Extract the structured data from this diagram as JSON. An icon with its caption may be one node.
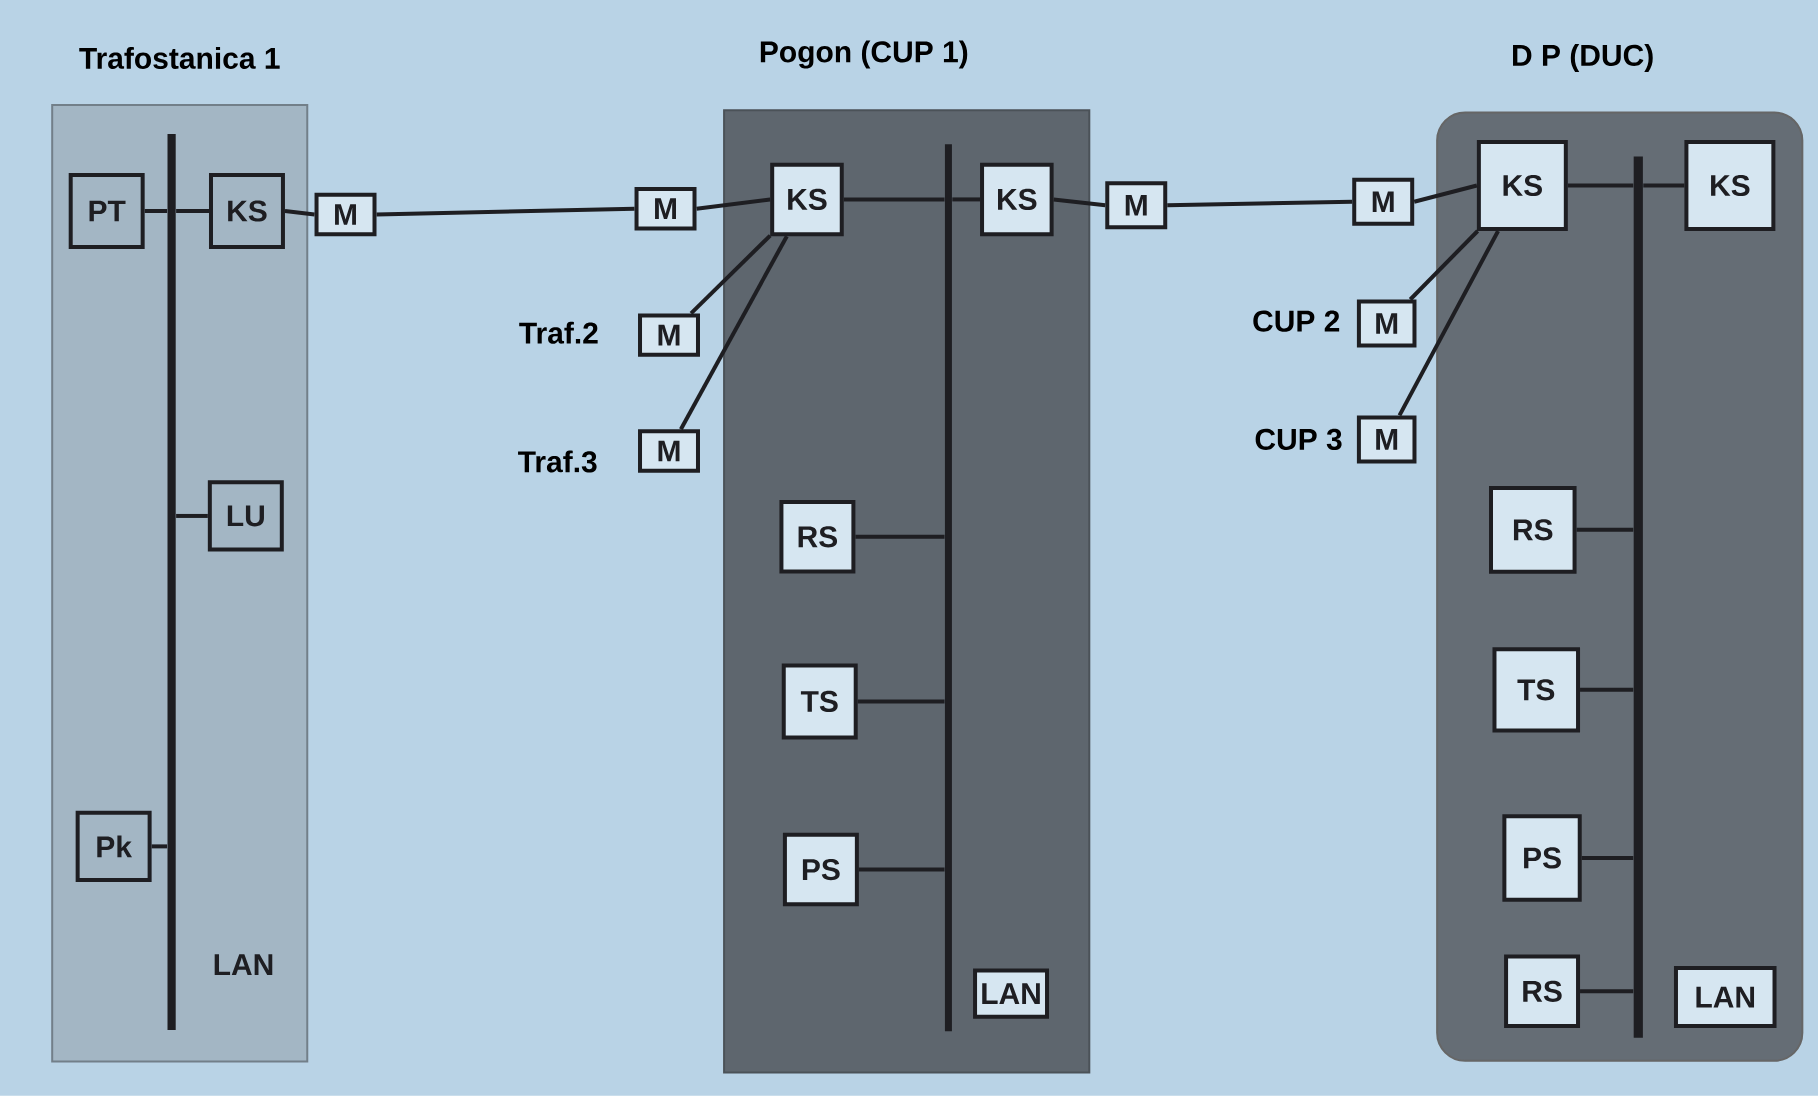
{
  "diagram": {
    "nodes": [
      {
        "text": [
          "Trafostanica 1"
        ]
      },
      {
        "text": [],
        "shape": "bar",
        "in": 0,
        "beside": [
          "LAN"
        ]
      },
      {
        "text": [
          "PT"
        ],
        "in": 0
      },
      {
        "text": [
          "KS"
        ],
        "in": 0
      },
      {
        "text": [
          "LU"
        ],
        "in": 0
      },
      {
        "text": [
          "Pk"
        ],
        "in": 0
      },
      {
        "text": [
          "M"
        ]
      },
      {
        "text": [
          "M"
        ]
      },
      {
        "text": [
          "M"
        ],
        "beside": [
          "Traf.2"
        ]
      },
      {
        "text": [
          "M"
        ],
        "beside": [
          "Traf.3"
        ]
      },
      {
        "text": [
          "Pogon (CUP 1)"
        ]
      },
      {
        "text": [
          "KS"
        ],
        "in": 10
      },
      {
        "text": [],
        "shape": "bar",
        "in": 10
      },
      {
        "text": [
          "KS"
        ],
        "in": 10
      },
      {
        "text": [
          "RS"
        ],
        "in": 10
      },
      {
        "text": [
          "TS"
        ],
        "in": 10
      },
      {
        "text": [
          "PS"
        ],
        "in": 10
      },
      {
        "text": [
          "LAN"
        ],
        "in": 10
      },
      {
        "text": [
          "M"
        ]
      },
      {
        "text": [
          "M"
        ]
      },
      {
        "text": [
          "M"
        ],
        "beside": [
          "CUP 2"
        ]
      },
      {
        "text": [
          "M"
        ],
        "beside": [
          "CUP 3"
        ]
      },
      {
        "text": [
          "D P (DUC)"
        ]
      },
      {
        "text": [
          "KS"
        ],
        "in": 22
      },
      {
        "text": [],
        "shape": "bar",
        "in": 22
      },
      {
        "text": [
          "KS"
        ],
        "in": 22
      },
      {
        "text": [
          "RS"
        ],
        "in": 22
      },
      {
        "text": [
          "TS"
        ],
        "in": 22
      },
      {
        "text": [
          "PS"
        ],
        "in": 22
      },
      {
        "text": [
          "RS"
        ],
        "in": 22
      },
      {
        "text": [
          "LAN"
        ],
        "in": 22
      }
    ],
    "edges": [
      {
        "from": 2,
        "to": 1,
        "arrow": "none"
      },
      {
        "from": 1,
        "to": 3,
        "arrow": "none"
      },
      {
        "from": 3,
        "to": 6,
        "arrow": "none"
      },
      {
        "from": 4,
        "to": 1,
        "arrow": "none"
      },
      {
        "from": 5,
        "to": 1,
        "arrow": "none"
      },
      {
        "from": 6,
        "to": 7,
        "arrow": "none"
      },
      {
        "from": 7,
        "to": 11,
        "arrow": "none"
      },
      {
        "from": 8,
        "to": 11,
        "arrow": "none"
      },
      {
        "from": 9,
        "to": 11,
        "arrow": "none"
      },
      {
        "from": 11,
        "to": 12,
        "arrow": "none"
      },
      {
        "from": 12,
        "to": 13,
        "arrow": "none"
      },
      {
        "from": 14,
        "to": 12,
        "arrow": "none"
      },
      {
        "from": 15,
        "to": 12,
        "arrow": "none"
      },
      {
        "from": 16,
        "to": 12,
        "arrow": "none"
      },
      {
        "from": 13,
        "to": 18,
        "arrow": "none"
      },
      {
        "from": 18,
        "to": 19,
        "arrow": "none"
      },
      {
        "from": 19,
        "to": 23,
        "arrow": "none"
      },
      {
        "from": 20,
        "to": 23,
        "arrow": "none"
      },
      {
        "from": 21,
        "to": 23,
        "arrow": "none"
      },
      {
        "from": 23,
        "to": 24,
        "arrow": "none"
      },
      {
        "from": 24,
        "to": 25,
        "arrow": "none"
      },
      {
        "from": 26,
        "to": 24,
        "arrow": "none"
      },
      {
        "from": 27,
        "to": 24,
        "arrow": "none"
      },
      {
        "from": 28,
        "to": 24,
        "arrow": "none"
      },
      {
        "from": 29,
        "to": 24,
        "arrow": "none"
      }
    ]
  }
}
